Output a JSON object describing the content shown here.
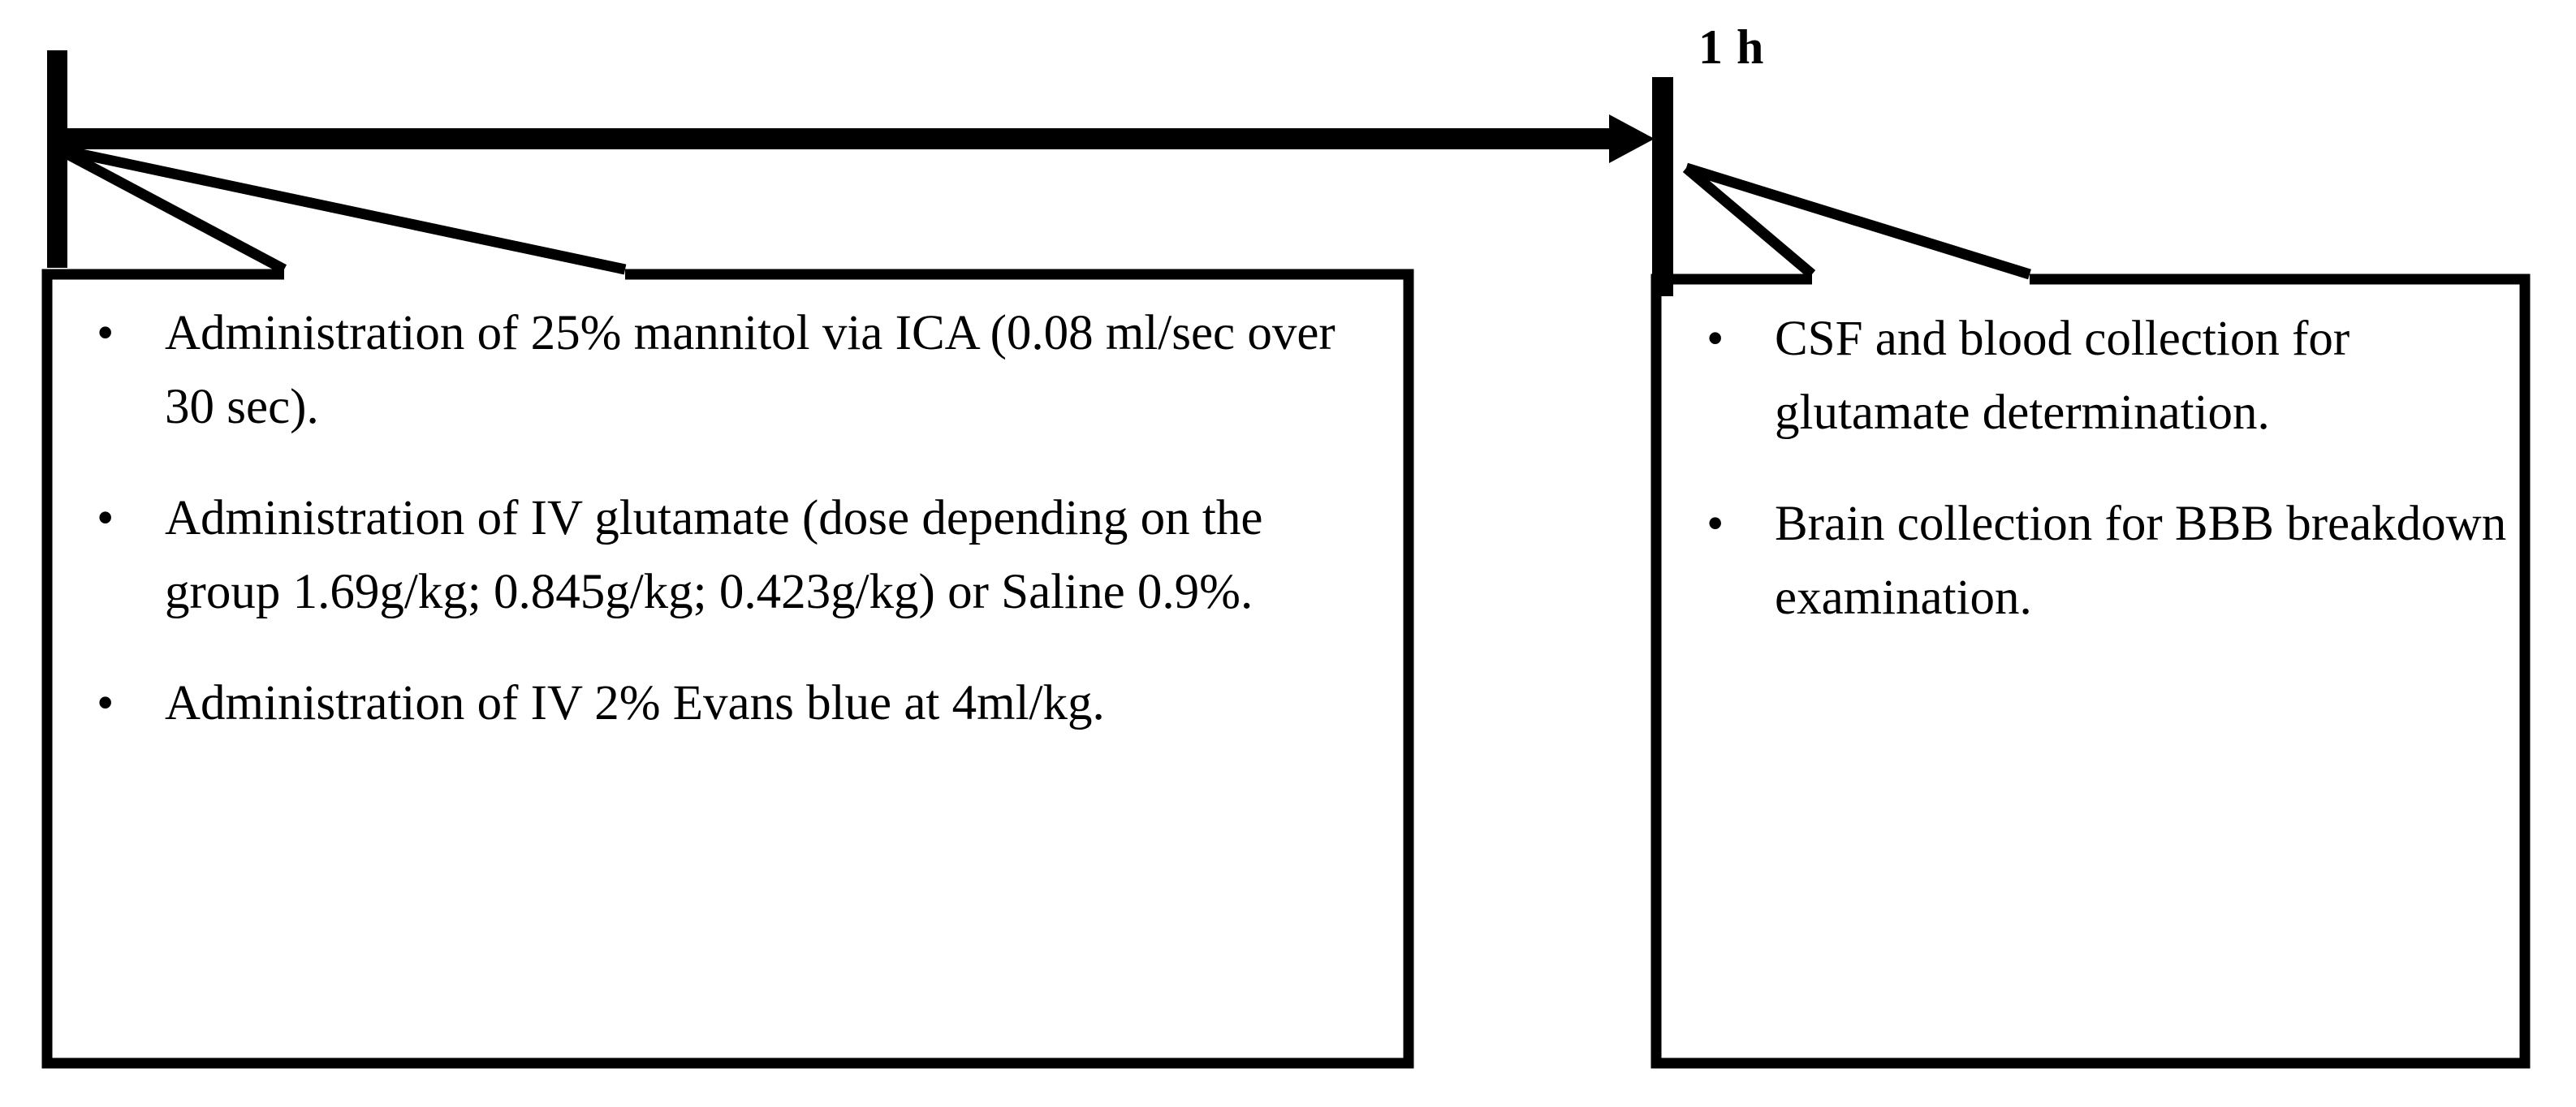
{
  "diagram": {
    "type": "experimental-timeline",
    "orientation": "horizontal",
    "colors": {
      "stroke": "#000000",
      "background": "#ffffff",
      "text": "#000000"
    },
    "timeline": {
      "start_label": "",
      "end_label": "1 h",
      "arrow_direction": "left-to-right"
    },
    "events": [
      {
        "id": "baseline",
        "tick_label": "",
        "bullets": [
          "Administration of 25% mannitol via ICA (0.08 ml/sec over 30 sec).",
          "Administration of IV glutamate (dose depending on the group 1.69g/kg; 0.845g/kg; 0.423g/kg) or Saline 0.9%.",
          "Administration of IV 2% Evans blue at 4ml/kg."
        ]
      },
      {
        "id": "one-hour",
        "tick_label": "1 h",
        "bullets": [
          "CSF and blood collection for glutamate determination.",
          "Brain collection for BBB breakdown examination."
        ]
      }
    ],
    "bullet_glyph": "•"
  }
}
